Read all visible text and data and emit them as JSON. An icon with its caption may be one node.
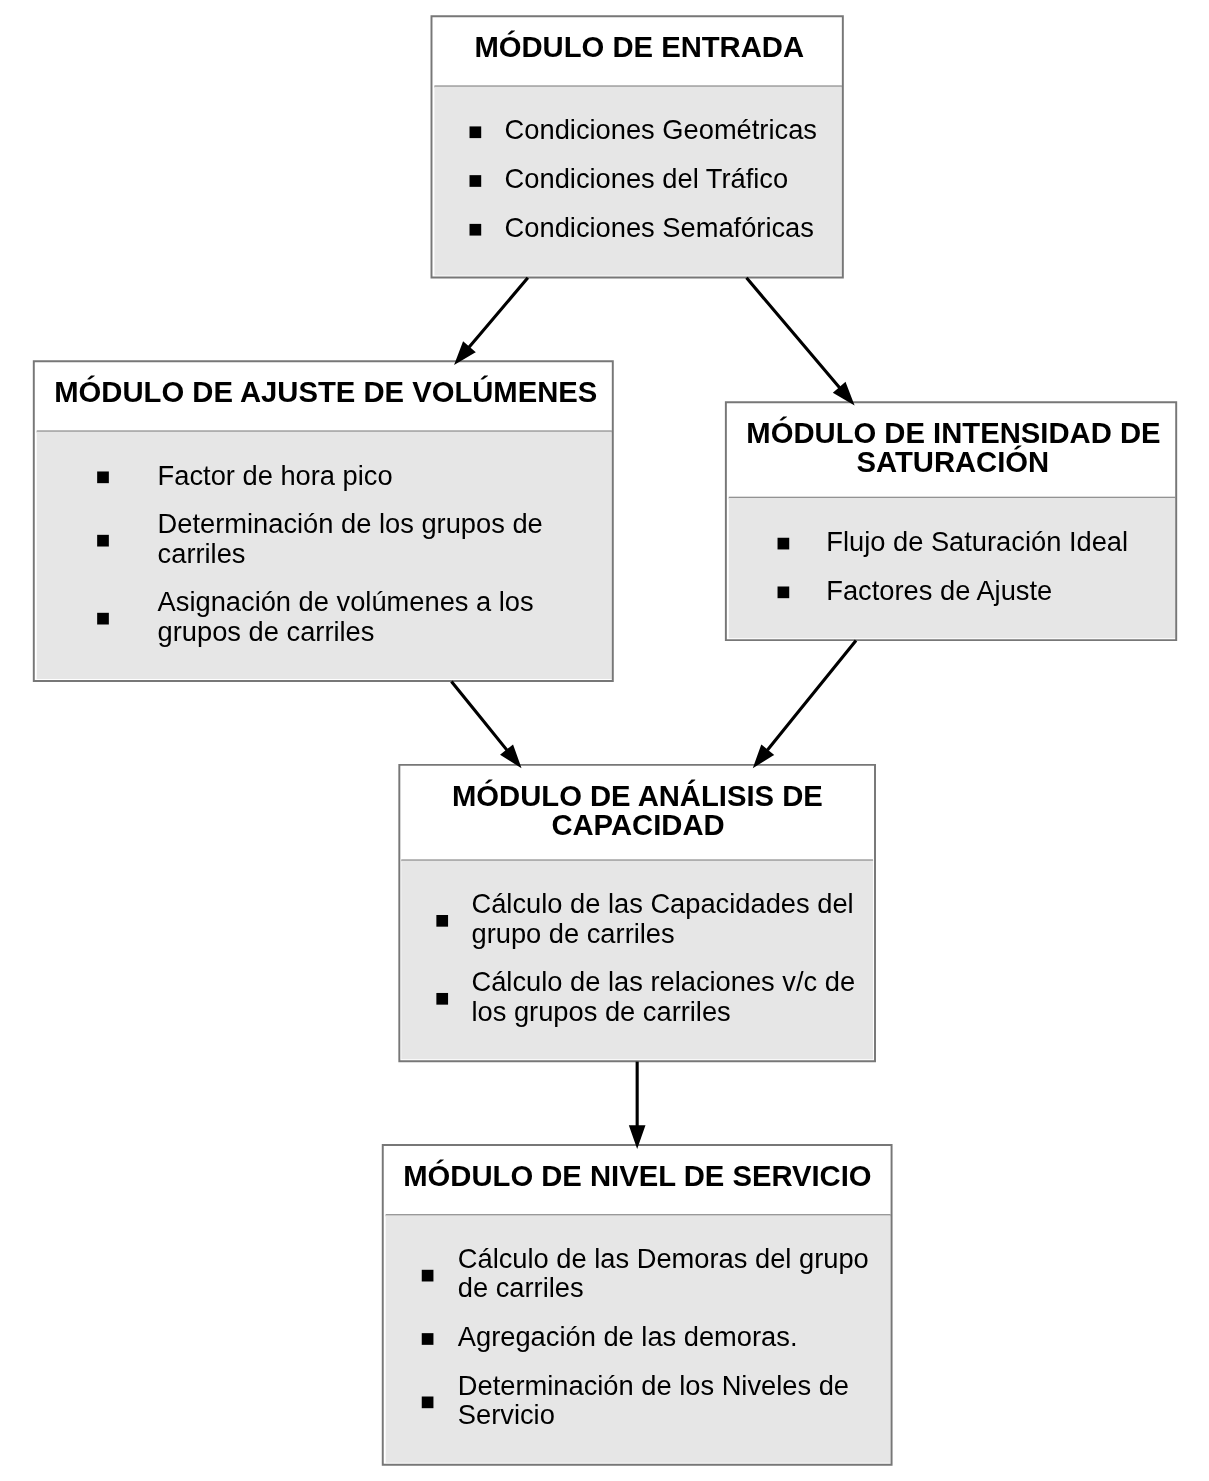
{
  "diagram": {
    "nodes": [
      {
        "text": [
          "MÓDULO DE ENTRADA",
          "Condiciones Geométricas",
          "Condiciones del Tráfico",
          "Condiciones Semafóricas"
        ]
      },
      {
        "text": [
          "MÓDULO DE AJUSTE DE VOLÚMENES",
          "Factor de hora pico",
          "Determinación de los grupos de carriles",
          "Asignación de volúmenes a los grupos de carriles"
        ]
      },
      {
        "text": [
          "MÓDULO DE INTENSIDAD DE SATURACIÓN",
          "Flujo de Saturación Ideal",
          "Factores de Ajuste"
        ]
      },
      {
        "text": [
          "MÓDULO DE ANÁLISIS DE CAPACIDAD",
          "Cálculo de las Capacidades del grupo de carriles",
          "Cálculo de las relaciones v/c de los grupos de carriles"
        ]
      },
      {
        "text": [
          "MÓDULO DE NIVEL DE SERVICIO",
          "Cálculo de las Demoras del grupo de carriles",
          "Agregación de las demoras.",
          "Determinación de los Niveles de Servicio"
        ]
      }
    ],
    "edges": [
      {
        "from": 0,
        "to": 1,
        "arrow": "to"
      },
      {
        "from": 0,
        "to": 2,
        "arrow": "to"
      },
      {
        "from": 1,
        "to": 3,
        "arrow": "to"
      },
      {
        "from": 2,
        "to": 3,
        "arrow": "to"
      },
      {
        "from": 3,
        "to": 4,
        "arrow": "to"
      }
    ]
  }
}
